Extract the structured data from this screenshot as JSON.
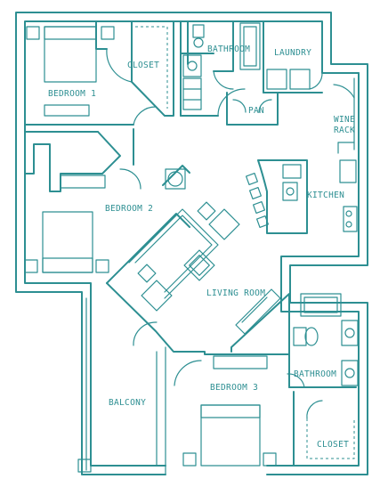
{
  "color": "#2d8f92",
  "rooms": {
    "bedroom1": "BEDROOM 1",
    "closet1": "CLOSET",
    "bathroom1": "BATHROOM",
    "laundry": "LAUNDRY",
    "pan": "PAN",
    "wine": "WINE",
    "rack": "RACK",
    "bedroom2": "BEDROOM 2",
    "kitchen": "KITCHEN",
    "living": "LIVING ROOM",
    "balcony": "BALCONY",
    "bedroom3": "BEDROOM 3",
    "bathroom2": "BATHROOM",
    "closet2": "CLOSET"
  }
}
